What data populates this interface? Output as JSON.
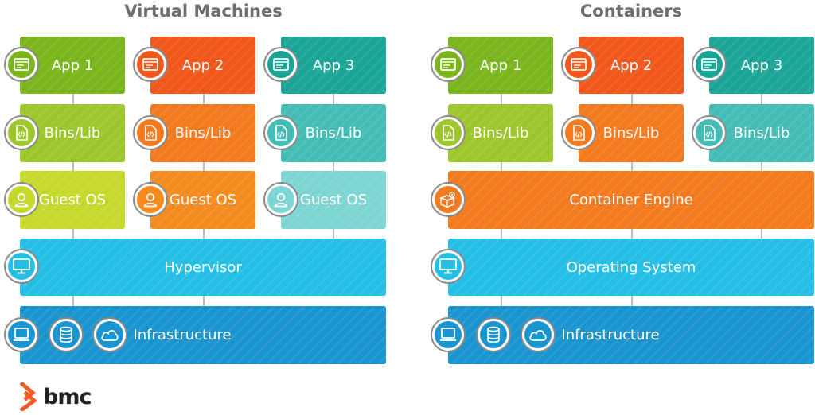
{
  "vm": {
    "title": "Virtual Machines",
    "apps": [
      "App 1",
      "App 2",
      "App 3"
    ],
    "bins": [
      "Bins/Lib",
      "Bins/Lib",
      "Bins/Lib"
    ],
    "guests": [
      "Guest OS",
      "Guest OS",
      "Guest OS"
    ],
    "hypervisor": "Hypervisor",
    "infrastructure": "Infrastructure"
  },
  "containers": {
    "title": "Containers",
    "apps": [
      "App 1",
      "App 2",
      "App 3"
    ],
    "bins": [
      "Bins/Lib",
      "Bins/Lib",
      "Bins/Lib"
    ],
    "engine": "Container Engine",
    "os": "Operating System",
    "infrastructure": "Infrastructure"
  },
  "logo": {
    "text": "bmc"
  },
  "colors": {
    "green": "#7ab51d",
    "green_mid": "#9cc62b",
    "green_light": "#c5d92c",
    "orange": "#f2571b",
    "orange_mid": "#f47a1f",
    "orange_light": "#f58b1f",
    "teal": "#1aa597",
    "teal_mid": "#45bcb5",
    "teal_light": "#7dd6d3",
    "cyan": "#25bfe6",
    "blue": "#1a95d0",
    "badge_border": "#8a8a8a",
    "line": "#bcbcbc",
    "logo": "#f15a22"
  },
  "icons": [
    "app-window-icon",
    "code-file-icon",
    "user-icon",
    "monitor-icon",
    "server-icon",
    "database-icon",
    "cloud-icon",
    "engine-box-icon"
  ]
}
